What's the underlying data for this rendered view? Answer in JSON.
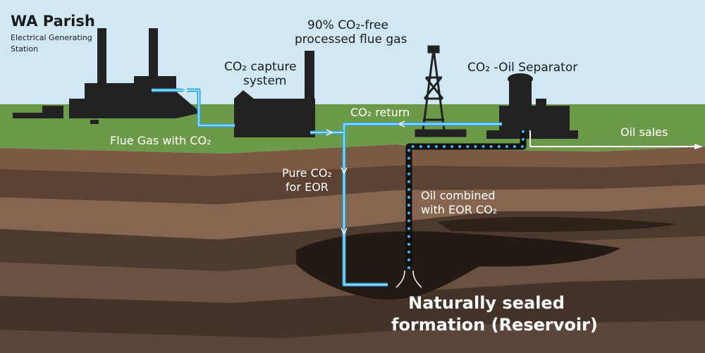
{
  "plant": {
    "name": "WA Parish",
    "subtitle_line1": "Electrical Generating",
    "subtitle_line2": "Station"
  },
  "labels": {
    "flue_gas": "Flue Gas with CO₂",
    "capture_line1": "CO₂ capture",
    "capture_line2": "system",
    "processed_line1": "90% CO₂-free",
    "processed_line2": "processed flue gas",
    "separator": "CO₂ -Oil Separator",
    "co2_return": "CO₂ return",
    "oil_sales": "Oil sales",
    "pure_line1": "Pure CO₂",
    "pure_line2": "for EOR",
    "oil_combined_line1": "Oil combined",
    "oil_combined_line2": "with EOR CO₂",
    "reservoir_line1": "Naturally sealed",
    "reservoir_line2": "formation (Reservoir)"
  },
  "colors": {
    "sky": "#cfe8f4",
    "grass": "#6c9a48",
    "soil": "#6b4c39",
    "silhouette": "#222222",
    "co2_pipe": "#2ea7e8",
    "oil_dots": "#3fb2f0",
    "white_flow": "#ffffff"
  }
}
